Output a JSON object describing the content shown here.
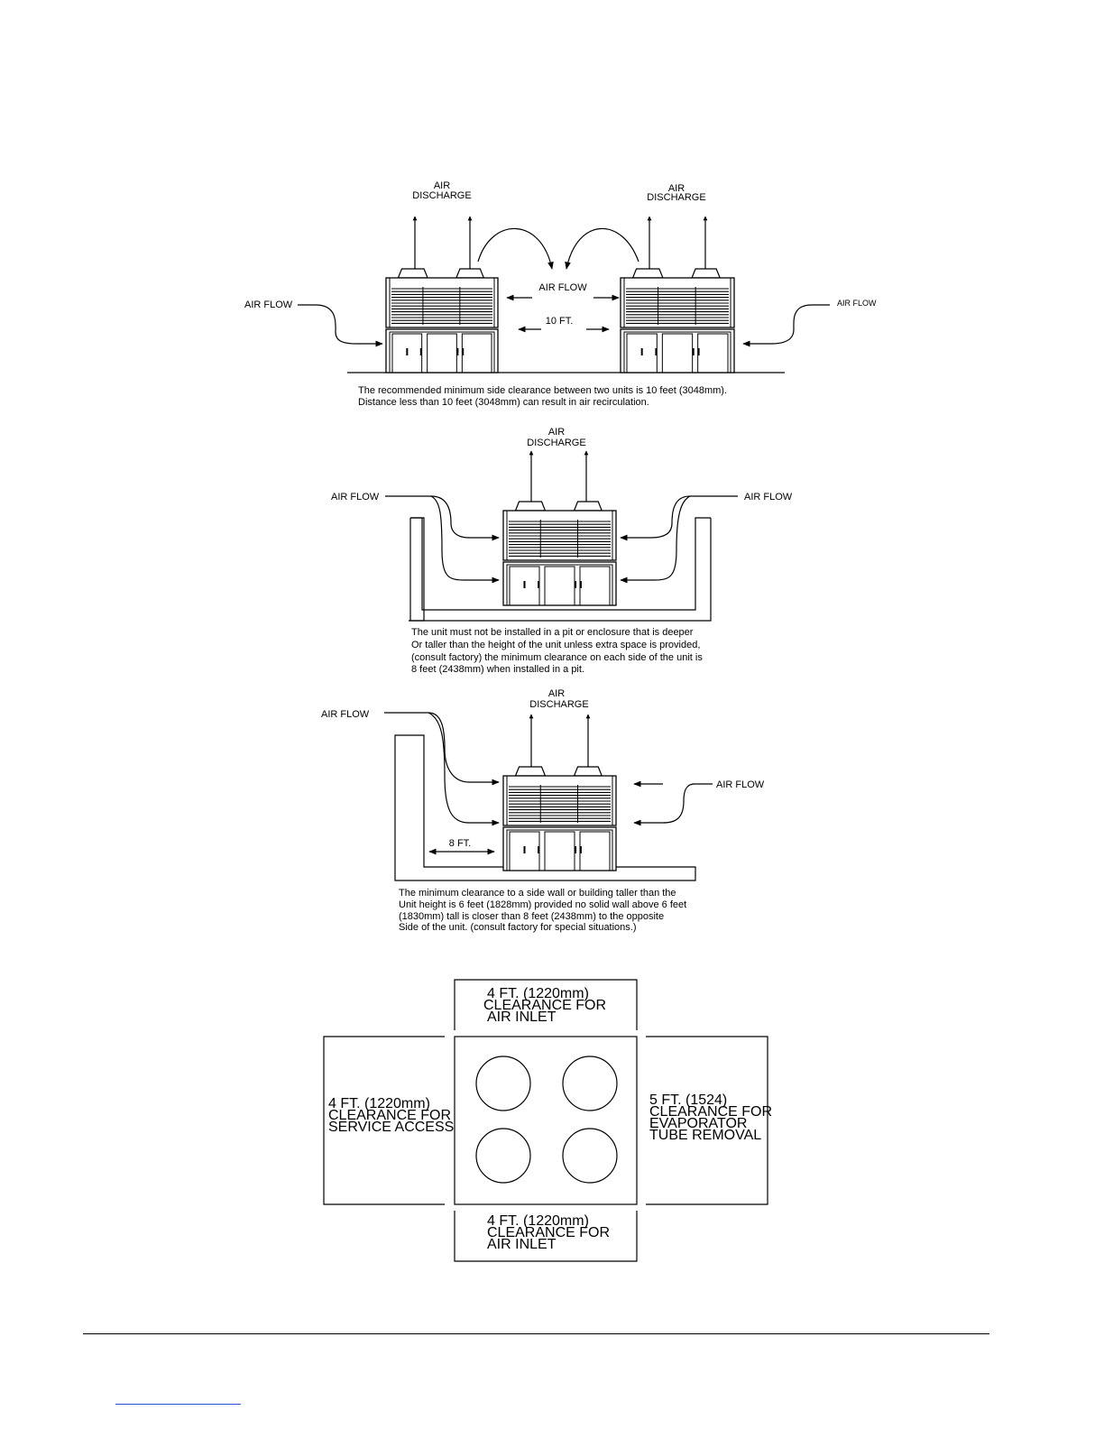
{
  "diagram1": {
    "left_discharge": [
      "AIR",
      "DISCHARGE"
    ],
    "right_discharge": [
      "AIR",
      "DISCHARGE"
    ],
    "left_airflow": "AIR FLOW",
    "center_airflow": "AIR FLOW",
    "right_airflow": "AIR FLOW",
    "distance": "10 FT.",
    "caption": [
      "The recommended minimum side clearance between two units is 10 feet (3048mm).",
      "Distance less than 10 feet (3048mm) can result in air recirculation."
    ]
  },
  "diagram2": {
    "discharge": [
      "AIR",
      "DISCHARGE"
    ],
    "left_airflow": "AIR FLOW",
    "right_airflow": "AIR FLOW",
    "caption": [
      "The unit must not be installed in a pit or enclosure that is deeper",
      "Or taller than the height of the unit unless extra space is provided,",
      "(consult factory)  the minimum clearance on each side of the unit is",
      "8 feet (2438mm)  when installed in a pit."
    ]
  },
  "diagram3": {
    "discharge": [
      "AIR",
      "DISCHARGE"
    ],
    "left_airflow": "AIR FLOW",
    "right_airflow": "AIR FLOW",
    "distance": "8 FT.",
    "caption": [
      "The minimum clearance to a side wall or building taller than the",
      " Unit height is 6 feet (1828mm) provided no solid wall above 6 feet",
      "(1830mm) tall is closer than 8 feet (2438mm) to the opposite",
      "Side of the unit. (consult factory for special situations.)"
    ]
  },
  "plan": {
    "top": [
      "4 FT.  (1220mm)",
      "CLEARANCE FOR",
      "AIR INLET"
    ],
    "bottom": [
      "4 FT.  (1220mm)",
      "CLEARANCE FOR",
      "AIR INLET"
    ],
    "left": [
      "4 FT. (1220mm)",
      "CLEARANCE FOR",
      "SERVICE ACCESS"
    ],
    "right": [
      "5 FT. (1524)",
      "CLEARANCE FOR",
      "EVAPORATOR",
      "TUBE REMOVAL"
    ]
  }
}
